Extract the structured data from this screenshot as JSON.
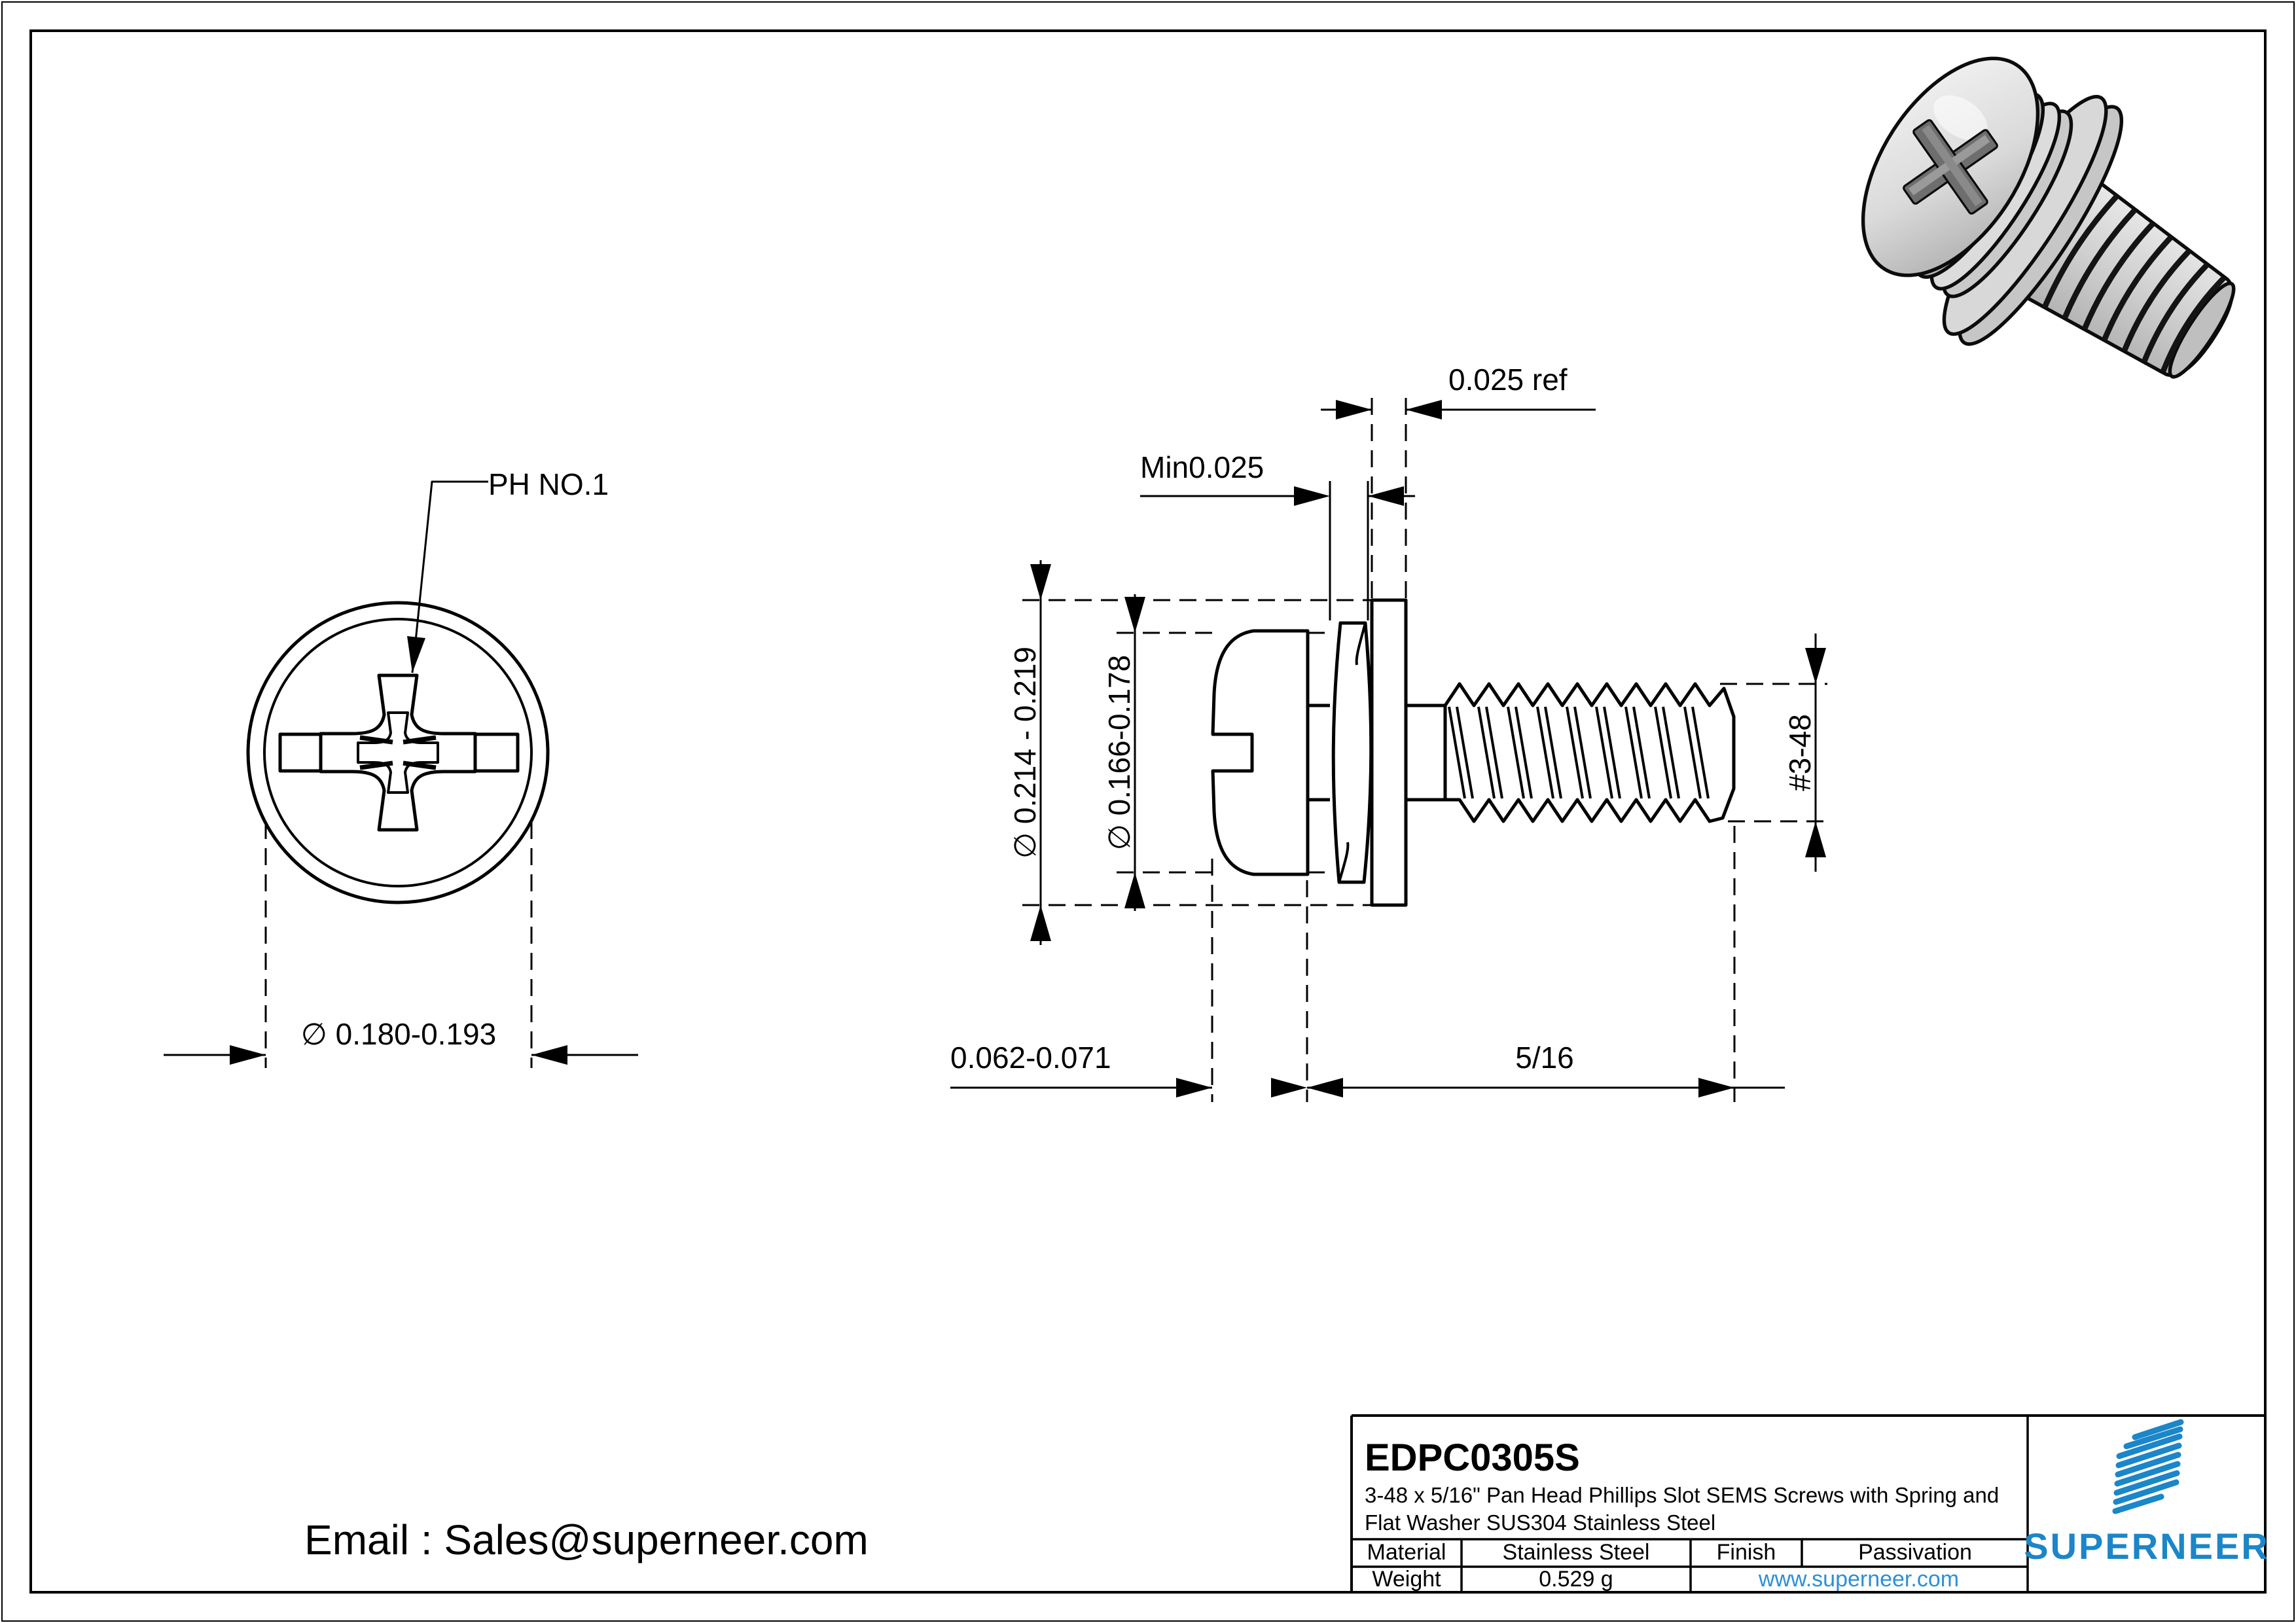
{
  "colors": {
    "line": "#000000",
    "background": "#ffffff",
    "accent_blue": "#1b86c8",
    "link_blue": "#2b8fd8"
  },
  "front_view": {
    "drive_label": "PH NO.1",
    "head_diameter": "∅ 0.180-0.193"
  },
  "side_view": {
    "flat_washer_thickness": "0.025 ref",
    "spring_washer_thickness": "Min0.025",
    "flat_washer_od": "∅ 0.214 - 0.219",
    "head_od": "∅ 0.166-0.178",
    "thread_size": "#3-48",
    "head_height": "0.062-0.071",
    "thread_length": "5/16"
  },
  "title_block": {
    "part_number": "EDPC0305S",
    "description_line1": "3-48 x 5/16\" Pan Head Phillips Slot SEMS Screws with Spring and",
    "description_line2": "Flat Washer SUS304 Stainless Steel",
    "material_label": "Material",
    "material_value": "Stainless Steel",
    "finish_label": "Finish",
    "finish_value": "Passivation",
    "weight_label": "Weight",
    "weight_value": "0.529 g",
    "website": "www.superneer.com",
    "brand": "SUPERNEER"
  },
  "footer": {
    "email": "Email : Sales@superneer.com"
  }
}
